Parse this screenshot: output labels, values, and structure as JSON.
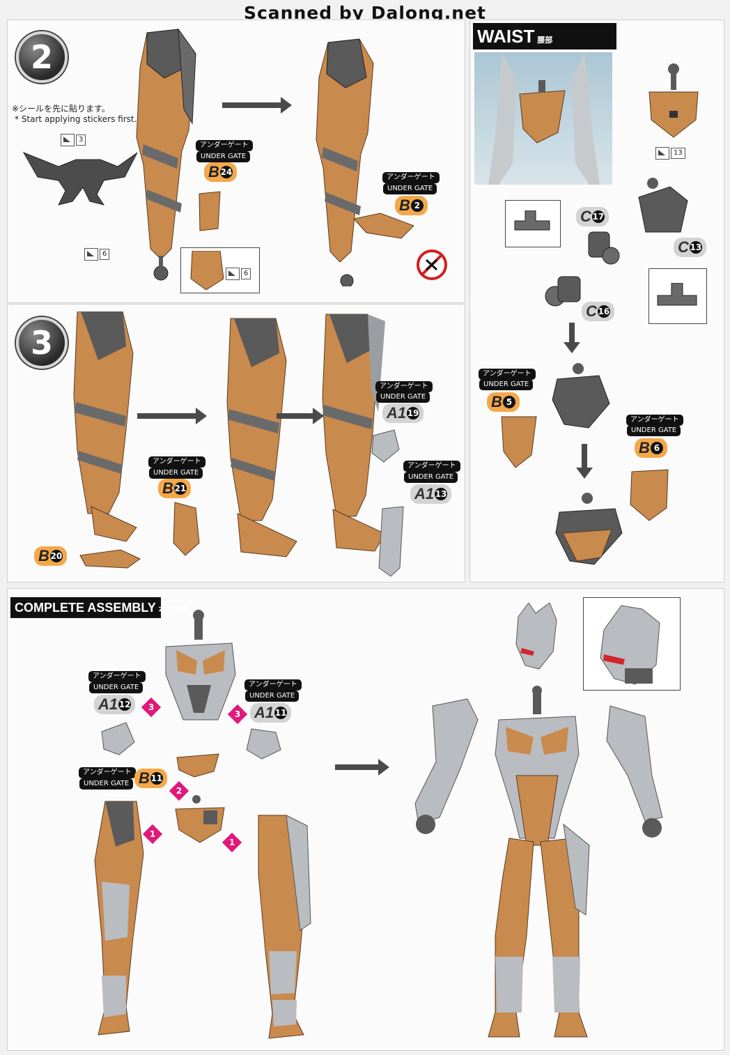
{
  "watermark": "Scanned by Dalong.net",
  "step2": {
    "number": "2",
    "note_jp": "※シールを先に貼ります。",
    "note_en": "* Start applying stickers first.",
    "sticker_a": "3",
    "sticker_b": "6",
    "sticker_c": "6",
    "gate_b24": {
      "jp": "アンダーゲート",
      "en": "UNDER GATE",
      "letter": "B",
      "num": "24"
    },
    "gate_b2": {
      "jp": "アンダーゲート",
      "en": "UNDER GATE",
      "letter": "B",
      "num": "2"
    }
  },
  "step3": {
    "number": "3",
    "gate_b21": {
      "jp": "アンダーゲート",
      "en": "UNDER GATE",
      "letter": "B",
      "num": "21"
    },
    "part_b20": {
      "letter": "B",
      "num": "20"
    },
    "gate_a19": {
      "jp": "アンダーゲート",
      "en": "UNDER GATE",
      "letter": "A1",
      "num": "19"
    },
    "gate_a13": {
      "jp": "アンダーゲート",
      "en": "UNDER GATE",
      "letter": "A1",
      "num": "13"
    }
  },
  "waist": {
    "title": "WAIST",
    "title_jp": "腰部",
    "sticker": "13",
    "part_c17": {
      "letter": "C",
      "num": "17"
    },
    "part_c13": {
      "letter": "C",
      "num": "13"
    },
    "part_c16": {
      "letter": "C",
      "num": "16"
    },
    "gate_b5": {
      "jp": "アンダーゲート",
      "en": "UNDER GATE",
      "letter": "B",
      "num": "5"
    },
    "gate_b6": {
      "jp": "アンダーゲート",
      "en": "UNDER GATE",
      "letter": "B",
      "num": "6"
    }
  },
  "complete": {
    "title": "COMPLETE ASSEMBLY",
    "title_jp": "本体完成",
    "gate_a12": {
      "jp": "アンダーゲート",
      "en": "UNDER GATE",
      "letter": "A1",
      "num": "12"
    },
    "gate_a11": {
      "jp": "アンダーゲート",
      "en": "UNDER GATE",
      "letter": "A1",
      "num": "11"
    },
    "gate_b11": {
      "jp": "アンダーゲート",
      "en": "UNDER GATE",
      "letter": "B",
      "num": "11"
    },
    "steps": [
      "3",
      "3",
      "2",
      "1",
      "1"
    ]
  },
  "colors": {
    "orange": "#c98a4e",
    "gray": "#6b6b6b",
    "light_gray": "#b9bcc0",
    "magenta": "#e1187a"
  }
}
